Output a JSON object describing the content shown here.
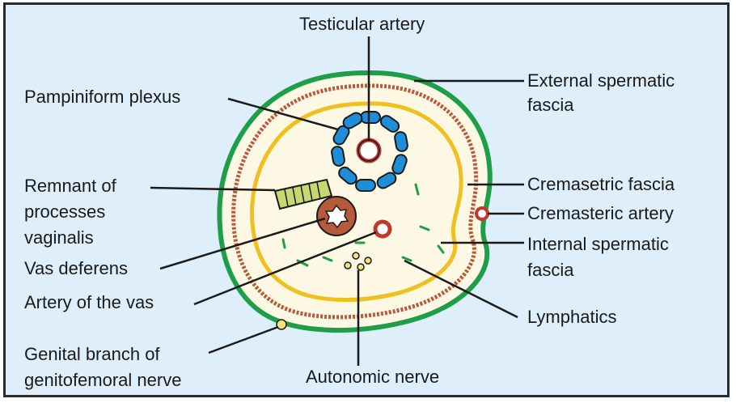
{
  "labels": {
    "testicular_artery": "Testicular artery",
    "external_spermatic_fascia": [
      "External spermatic",
      "fascia"
    ],
    "pampiniform_plexus": "Pampiniform plexus",
    "remnant_processes_vaginalis": [
      "Remnant of",
      "processes",
      "vaginalis"
    ],
    "cremasteric_fascia": "Cremasetric fascia",
    "cremasteric_artery": "Cremasteric artery",
    "internal_spermatic_fascia": [
      "Internal spermatic",
      "fascia"
    ],
    "vas_deferens": "Vas deferens",
    "artery_of_the_vas": "Artery of the vas",
    "lymphatics": "Lymphatics",
    "genital_branch": [
      "Genital branch of",
      "genitofemoral nerve"
    ],
    "autonomic_nerve": "Autonomic nerve"
  },
  "colors": {
    "background": "#deeefa",
    "external_fascia": "#1e9e48",
    "cremasteric_fascia": "#b55a3a",
    "internal_fascia": "#f0c020",
    "interior": "#fdf8e4",
    "plexus": "#1e8ed8",
    "artery": "#c0392b",
    "vas_deferens": "#b55a3a",
    "remnant": "#c8d870",
    "lymphatics": "#1e9e48",
    "nerve": "#f5e27a"
  }
}
